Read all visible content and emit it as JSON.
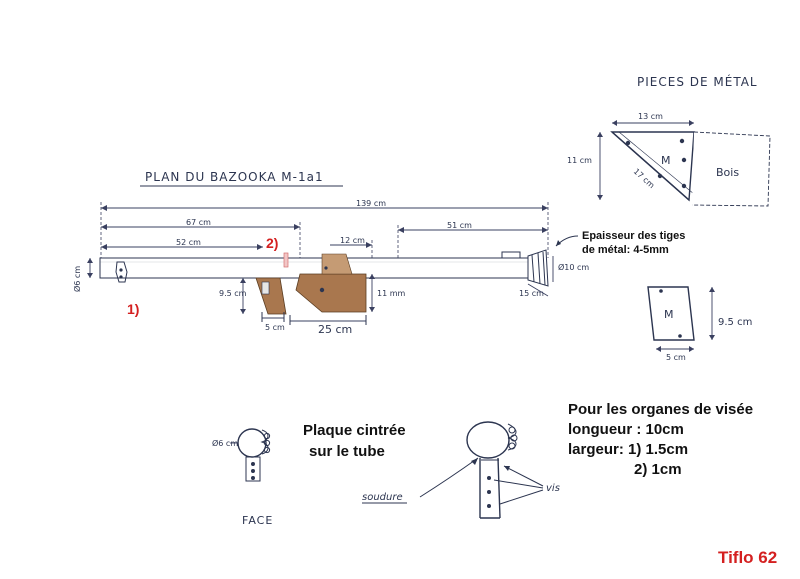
{
  "labels": {
    "pieces_title": "PIECES DE MÉTAL",
    "plan_title": "PLAN DU BAZOOKA M-1a1",
    "total_len": "139 cm",
    "len_67": "67 cm",
    "len_51": "51 cm",
    "len_52": "52 cm",
    "len_12": "12 cm",
    "dia_6": "Ø6 cm",
    "dia_10": "Ø10 cm",
    "len_15": "15 cm",
    "h_95": "9.5 cm",
    "w_5": "5 cm",
    "h_11": "11 mm",
    "w_25": "25 cm",
    "marker_1": "1)",
    "marker_2": "2)",
    "thickness_1": "Epaisseur des tiges",
    "thickness_2": "de métal: 4-5mm",
    "tri_top": "13 cm",
    "tri_left": "11 cm",
    "tri_diag": "17 cm",
    "tri_m": "M",
    "bois": "Bois",
    "para_m": "M",
    "para_h": "9.5 cm",
    "para_w": "5 cm",
    "plaque_1": "Plaque cintrée",
    "plaque_2": "sur le tube",
    "face_dia": "Ø6 cm",
    "face": "FACE",
    "soudure": "soudure",
    "vis": "vis",
    "visee_1": "Pour les organes de visée",
    "visee_2": "longueur : 10cm",
    "visee_3": "largeur: 1)  1.5cm",
    "visee_4": "2)   1cm",
    "signature": "Tiflo 62"
  },
  "colors": {
    "ink": "#2c3550",
    "wood": "#a9774e",
    "red": "#d42020"
  }
}
